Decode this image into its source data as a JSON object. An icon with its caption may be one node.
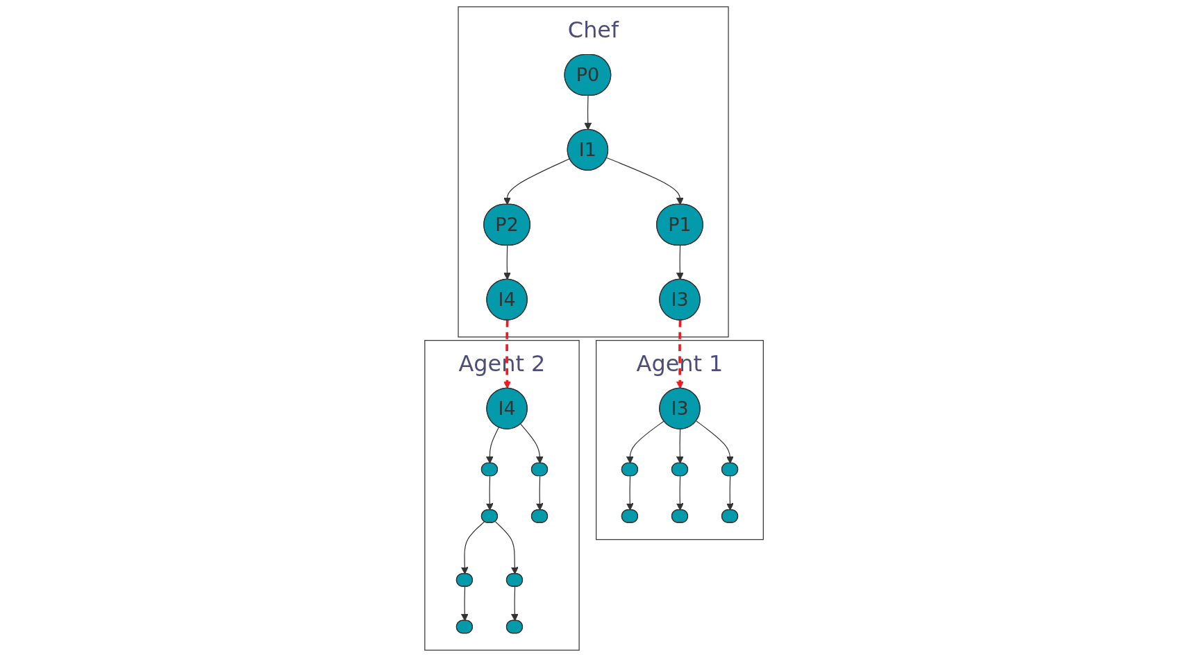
{
  "diagram": {
    "nodes": [
      {
        "text": [
          "Chef"
        ]
      },
      {
        "text": [
          "P0"
        ],
        "in": 0
      },
      {
        "text": [
          "I1"
        ],
        "in": 0
      },
      {
        "text": [
          "P1"
        ],
        "in": 0
      },
      {
        "text": [
          "P2"
        ],
        "in": 0
      },
      {
        "text": [
          "I3"
        ],
        "in": 0
      },
      {
        "text": [
          "I4"
        ],
        "in": 0
      },
      {
        "text": [
          "Agent 1"
        ]
      },
      {
        "text": [
          "I3"
        ],
        "in": 7
      },
      {
        "text": [],
        "shape": "ellipse",
        "in": 7
      },
      {
        "text": [],
        "shape": "ellipse",
        "in": 7
      },
      {
        "text": [],
        "shape": "ellipse",
        "in": 7
      },
      {
        "text": [],
        "shape": "ellipse",
        "in": 7
      },
      {
        "text": [],
        "shape": "ellipse",
        "in": 7
      },
      {
        "text": [],
        "shape": "ellipse",
        "in": 7
      },
      {
        "text": [
          "Agent 2"
        ]
      },
      {
        "text": [
          "I4"
        ],
        "in": 15
      },
      {
        "text": [],
        "shape": "ellipse",
        "in": 15
      },
      {
        "text": [],
        "shape": "ellipse",
        "in": 15
      },
      {
        "text": [],
        "shape": "ellipse",
        "in": 15
      },
      {
        "text": [],
        "shape": "ellipse",
        "in": 15
      },
      {
        "text": [],
        "shape": "ellipse",
        "in": 15
      },
      {
        "text": [],
        "shape": "ellipse",
        "in": 15
      },
      {
        "text": [],
        "shape": "ellipse",
        "in": 15
      },
      {
        "text": [],
        "shape": "ellipse",
        "in": 15
      }
    ],
    "edges": [
      {
        "from": 1,
        "to": 2,
        "arrow": "to"
      },
      {
        "from": 2,
        "to": 3,
        "arrow": "to"
      },
      {
        "from": 2,
        "to": 4,
        "arrow": "to"
      },
      {
        "from": 3,
        "to": 5,
        "arrow": "to"
      },
      {
        "from": 4,
        "to": 6,
        "arrow": "to"
      },
      {
        "from": 8,
        "to": 9,
        "arrow": "to"
      },
      {
        "from": 8,
        "to": 10,
        "arrow": "to"
      },
      {
        "from": 8,
        "to": 11,
        "arrow": "to"
      },
      {
        "from": 9,
        "to": 12,
        "arrow": "to"
      },
      {
        "from": 10,
        "to": 13,
        "arrow": "to"
      },
      {
        "from": 11,
        "to": 14,
        "arrow": "to"
      },
      {
        "from": 16,
        "to": 17,
        "arrow": "to"
      },
      {
        "from": 16,
        "to": 18,
        "arrow": "to"
      },
      {
        "from": 17,
        "to": 19,
        "arrow": "to"
      },
      {
        "from": 18,
        "to": 20,
        "arrow": "to"
      },
      {
        "from": 19,
        "to": 21,
        "arrow": "to"
      },
      {
        "from": 19,
        "to": 22,
        "arrow": "to"
      },
      {
        "from": 21,
        "to": 23,
        "arrow": "to"
      },
      {
        "from": 22,
        "to": 24,
        "arrow": "to"
      },
      {
        "from": 5,
        "to": 8,
        "arrow": "to",
        "style": "dashed",
        "color": "#ed1c24"
      },
      {
        "from": 6,
        "to": 16,
        "arrow": "to",
        "style": "dashed",
        "color": "#ed1c24"
      }
    ]
  }
}
